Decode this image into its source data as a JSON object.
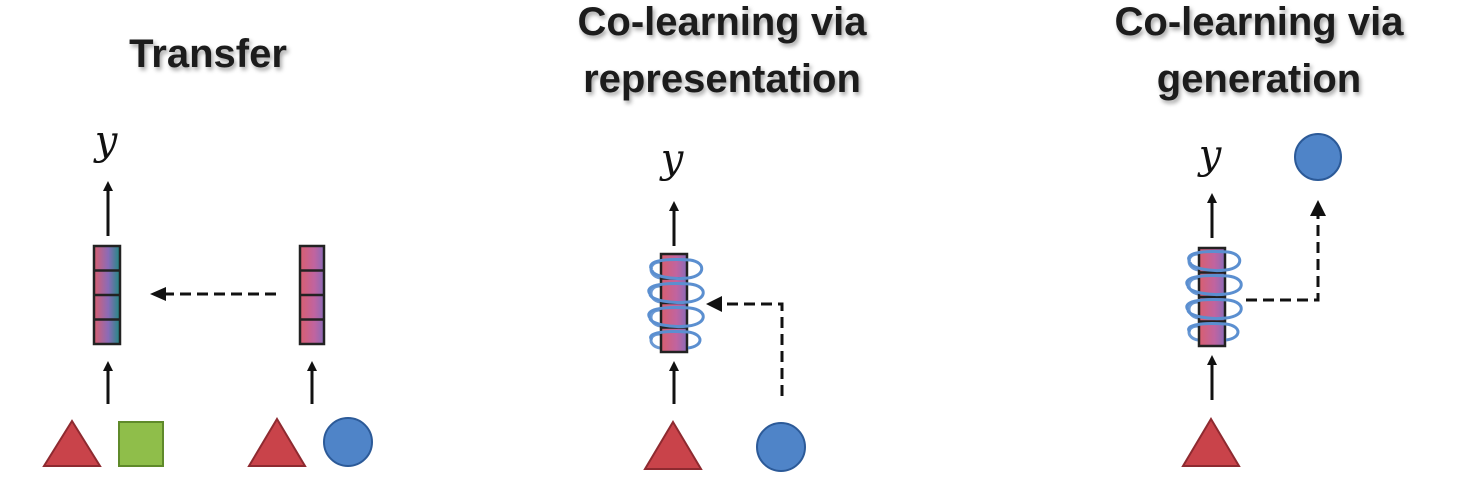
{
  "panels": [
    {
      "title_lines": [
        "Transfer"
      ],
      "output_label": "y"
    },
    {
      "title_lines": [
        "Co-learning via",
        "representation"
      ],
      "output_label": "y"
    },
    {
      "title_lines": [
        "Co-learning via",
        "generation"
      ],
      "output_label": "y"
    }
  ],
  "colors": {
    "triangle": "#c9434a",
    "square": "#8fbe4a",
    "circle": "#4f84c8",
    "bar_red": "#d95f6f",
    "bar_purple": "#8a6bb8",
    "bar_teal": "#1f8a82",
    "coil": "#5b8fd0",
    "arrow": "#111111"
  }
}
